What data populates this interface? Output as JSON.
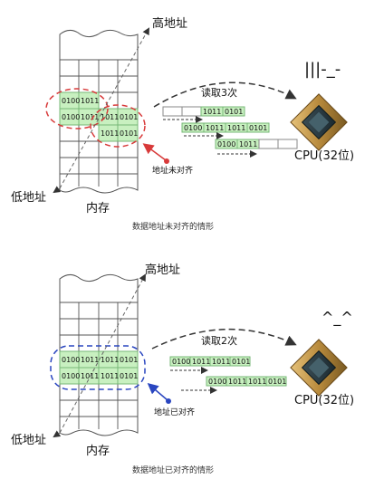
{
  "top": {
    "high_addr": "高地址",
    "low_addr": "低地址",
    "memory": "内存",
    "read_text": "读取3次",
    "pointer_label": "地址未对齐",
    "cpu_label": "CPU(32位)",
    "face": "|||-_-",
    "caption": "数据地址未对齐的情形",
    "memory_cells": [
      [
        "0100",
        "1011",
        "",
        ""
      ],
      [
        "0100",
        "1011",
        "1011",
        "0101"
      ],
      [
        "",
        "",
        "1011",
        "0101"
      ]
    ],
    "read_strips": [
      [
        "",
        "",
        "1011",
        "0101"
      ],
      [
        "0100",
        "1011",
        "1011",
        "0101"
      ],
      [
        "0100",
        "1011",
        "",
        ""
      ]
    ]
  },
  "bottom": {
    "high_addr": "高地址",
    "low_addr": "低地址",
    "memory": "内存",
    "read_text": "读取2次",
    "pointer_label": "地址已对齐",
    "cpu_label": "CPU(32位)",
    "face": "^_^",
    "caption": "数据地址已对齐的情形",
    "memory_cells": [
      [
        "0100",
        "1011",
        "1011",
        "0101"
      ],
      [
        "0100",
        "1011",
        "1011",
        "0101"
      ]
    ],
    "read_strips": [
      [
        "0100",
        "1011",
        "1011",
        "0101"
      ],
      [
        "0100",
        "1011",
        "1011",
        "0101"
      ]
    ]
  },
  "colors": {
    "cell_fill": "#c8f0c0",
    "cell_stroke": "#77b777",
    "red": "#d83a3a",
    "blue": "#2a46c0"
  }
}
